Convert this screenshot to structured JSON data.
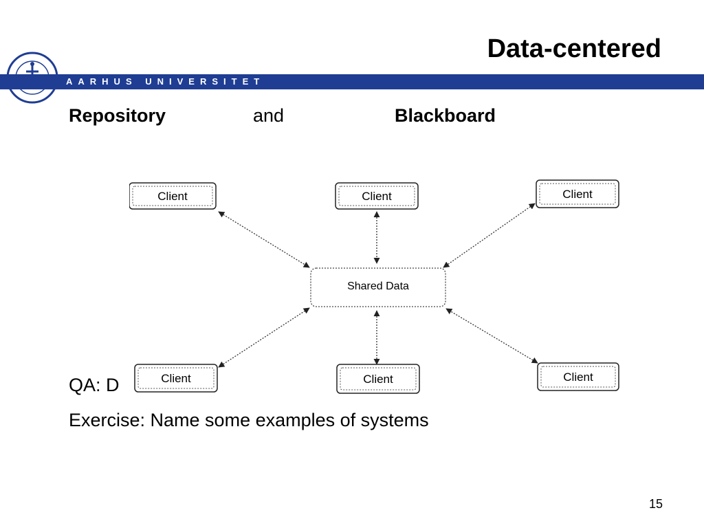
{
  "slide": {
    "title": "Data-centered",
    "university": "AARHUS UNIVERSITET",
    "page_number": "15"
  },
  "heading": {
    "left": "Repository",
    "middle": "and",
    "right": "Blackboard"
  },
  "diagram": {
    "center_label": "Shared Data",
    "client_label": "Client"
  },
  "body": {
    "qa_line": "QA: D",
    "exercise_line": "Exercise: Name some examples of systems"
  },
  "colors": {
    "brand_band": "#1f3d93",
    "text": "#000000"
  }
}
